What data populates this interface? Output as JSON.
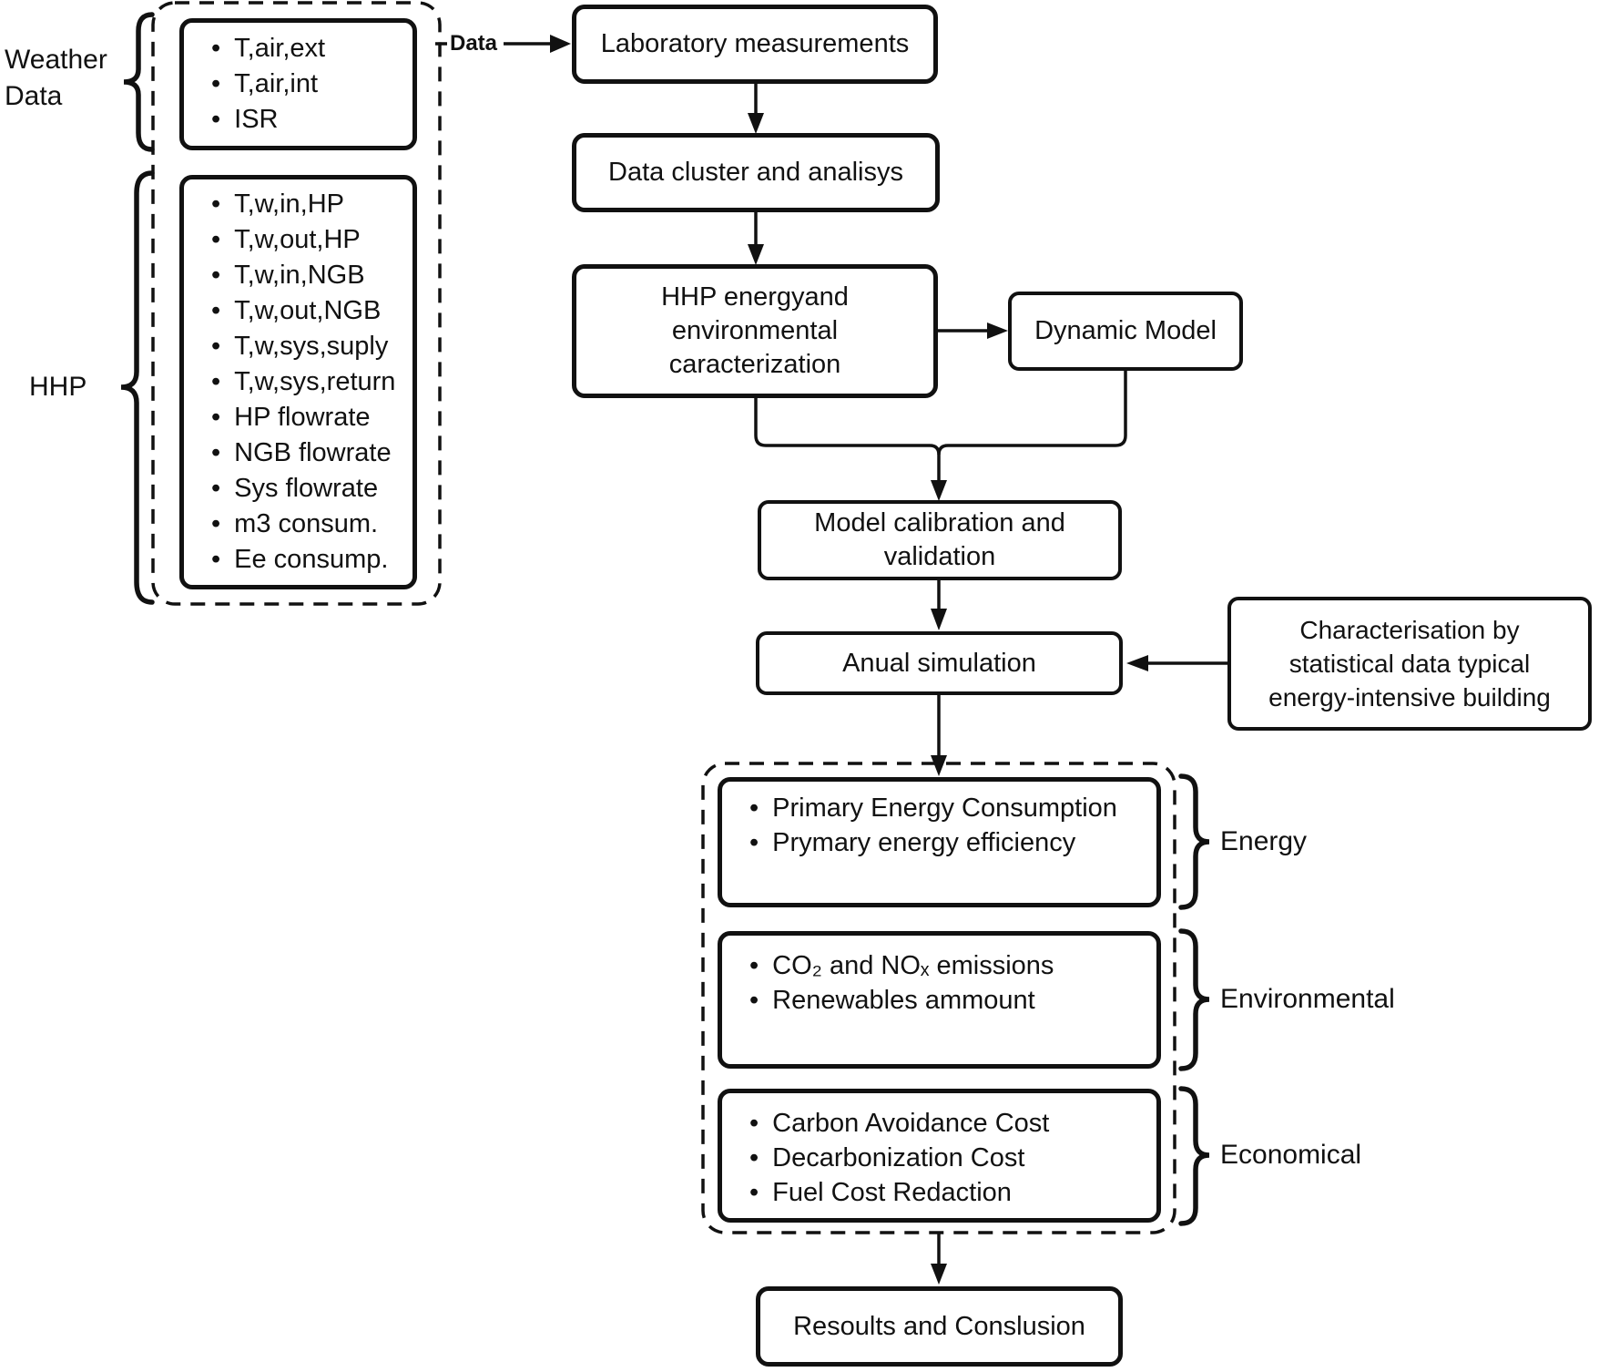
{
  "diagram": {
    "colors": {
      "line": "#111111",
      "background": "#ffffff"
    },
    "inputs": {
      "weather_label": "Weather\nData",
      "hhp_label": "HHP",
      "data_arrow_label": "Data",
      "weather_items": [
        "T,air,ext",
        "T,air,int",
        "ISR"
      ],
      "hhp_items": [
        "T,w,in,HP",
        "T,w,out,HP",
        "T,w,in,NGB",
        "T,w,out,NGB",
        "T,w,sys,suply",
        "T,w,sys,return",
        "HP flowrate",
        "NGB flowrate",
        "Sys flowrate",
        "m3 consum.",
        "Ee consump."
      ]
    },
    "flow": {
      "laboratory": "Laboratory measurements",
      "cluster": "Data cluster and analisys",
      "characterization": "HHP energyand\nenvironmental\ncaracterization",
      "dynamic_model": "Dynamic Model",
      "calibration": "Model calibration and\nvalidation",
      "simulation": "Anual simulation",
      "building": "Characterisation by\nstatistical data typical\nenergy-intensive building",
      "results": "Resoults and Conslusion"
    },
    "outputs": {
      "energy": {
        "label": "Energy",
        "items": [
          "Primary Energy Consumption",
          "Prymary energy efficiency"
        ]
      },
      "environmental": {
        "label": "Environmental",
        "items": [
          "CO₂ and NOₓ emissions",
          "Renewables ammount"
        ]
      },
      "economical": {
        "label": "Economical",
        "items": [
          "Carbon Avoidance Cost",
          "Decarbonization Cost",
          "Fuel Cost Redaction"
        ]
      }
    }
  }
}
